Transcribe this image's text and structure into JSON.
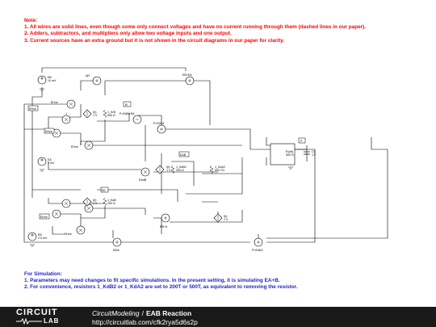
{
  "notes": {
    "title": "Note:",
    "lines": [
      "1. All wires are solid lines, even though some only connect voltages and have no current running through them (dashed lines in our paper).",
      "2. Adders, subtractors, and multipliers only allow two voltage inputs and one output.",
      "3. Current sources have an extra ground but it is not shown in the circuit diagrams in our paper for clarity."
    ]
  },
  "circuit": {
    "labels": {
      "eb": "EB",
      "eb_value": "10 mV",
      "ar": "AR",
      "eb_plus_ea": "EB+EA",
      "ehve": "EHve",
      "ei": "EI",
      "i_kr_label": "I(t)",
      "i_kr_value": "1 V",
      "r_kr": "1_KrB",
      "r_kr_value": "500 Ω",
      "p_eab_ea": "P=EAB+EA",
      "minus_ea": "-1",
      "p_eab1": "P=EAB1",
      "eprime": "E'",
      "ea": "EA",
      "ea_value": "2 mV",
      "i_kd_label": "I(t)",
      "i_kd_value": "1 V",
      "r_kdb2": "1_KdB2",
      "r_kdb2_value": "200 Ω",
      "eab_box": "EAB",
      "r_kda2": "1_KdA2",
      "r_kda2_value": "500 TΩ",
      "ea_b": "EAdB",
      "i_ka_label": "I(t)",
      "i_ka_value": "1 V",
      "r_ka": "1_KaB",
      "r_ka_value": "200 Ω",
      "ek": "EK",
      "eb_plus_a": "EB+A",
      "i_ka2_label": "I(t)",
      "i_ka2_value": "1 V",
      "ea_plus_b": "EA+B",
      "eb2": "EB",
      "eb2_value": "2.5 mV",
      "r_out": "R(off)",
      "r_out_value": "500 Ω",
      "cap": "C0",
      "cap_value": "1 F",
      "p_box": "P",
      "eab_label": "EAB",
      "peab2": "P=EAB2",
      "eam": "EBm"
    }
  },
  "simulation": {
    "title": "For Simulation:",
    "lines": [
      "1. Parameters may need changes to fit specific simulations. In the present setting, it is simulating EA+B.",
      "2. For convenience, resistors 1_KdB2 or 1_KdA2 are set to 200T or 500T, as equivalent to removing the resistor."
    ]
  },
  "footer": {
    "logo_top": "CIRCUIT",
    "logo_bottom": "LAB",
    "user": "CircuitModeling",
    "separator": "/",
    "circuit_name": "EAB Reaction",
    "url": "http://circuitlab.com/cfk2rya5d6s2p"
  }
}
